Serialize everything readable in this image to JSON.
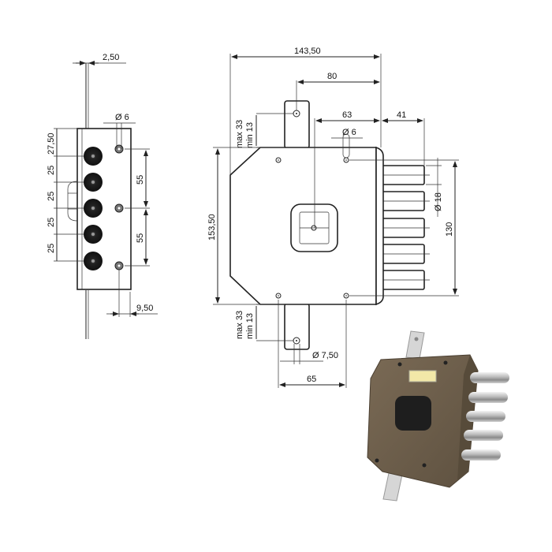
{
  "side_view": {
    "labels": {
      "top_offset": "2,50",
      "hole_dia": "Ø 6",
      "first_bolt": "27,50",
      "bolt_spacing_1": "25",
      "bolt_spacing_2": "25",
      "bolt_spacing_3": "25",
      "bolt_spacing_4": "25",
      "screw_spacing_1": "55",
      "screw_spacing_2": "55",
      "edge_offset": "9,50"
    },
    "bolt_count": 5
  },
  "front_view": {
    "labels": {
      "overall_width": "143,50",
      "key_to_edge": "80",
      "screw_to_edge": "63",
      "bolt_projection": "41",
      "screw_hole_dia": "Ø 6",
      "strike_top_range_max": "max 33",
      "strike_top_range_min": "min 13",
      "overall_height": "153,50",
      "bolt_dia": "Ø 18",
      "bolt_span": "130",
      "strike_bottom_range_max": "max 33",
      "strike_bottom_range_min": "min 13",
      "strike_hole_dia": "Ø 7,50",
      "strike_width": "65"
    },
    "bolt_count": 5
  },
  "photo": {
    "description": "Brown hammer-finish lock case with 5 chrome bolts",
    "colors": {
      "case": "#6b5d4a",
      "bolt": "#c8c8c8",
      "plate": "#d8d8d8",
      "cylinder_guard": "#1e1e1e"
    }
  }
}
